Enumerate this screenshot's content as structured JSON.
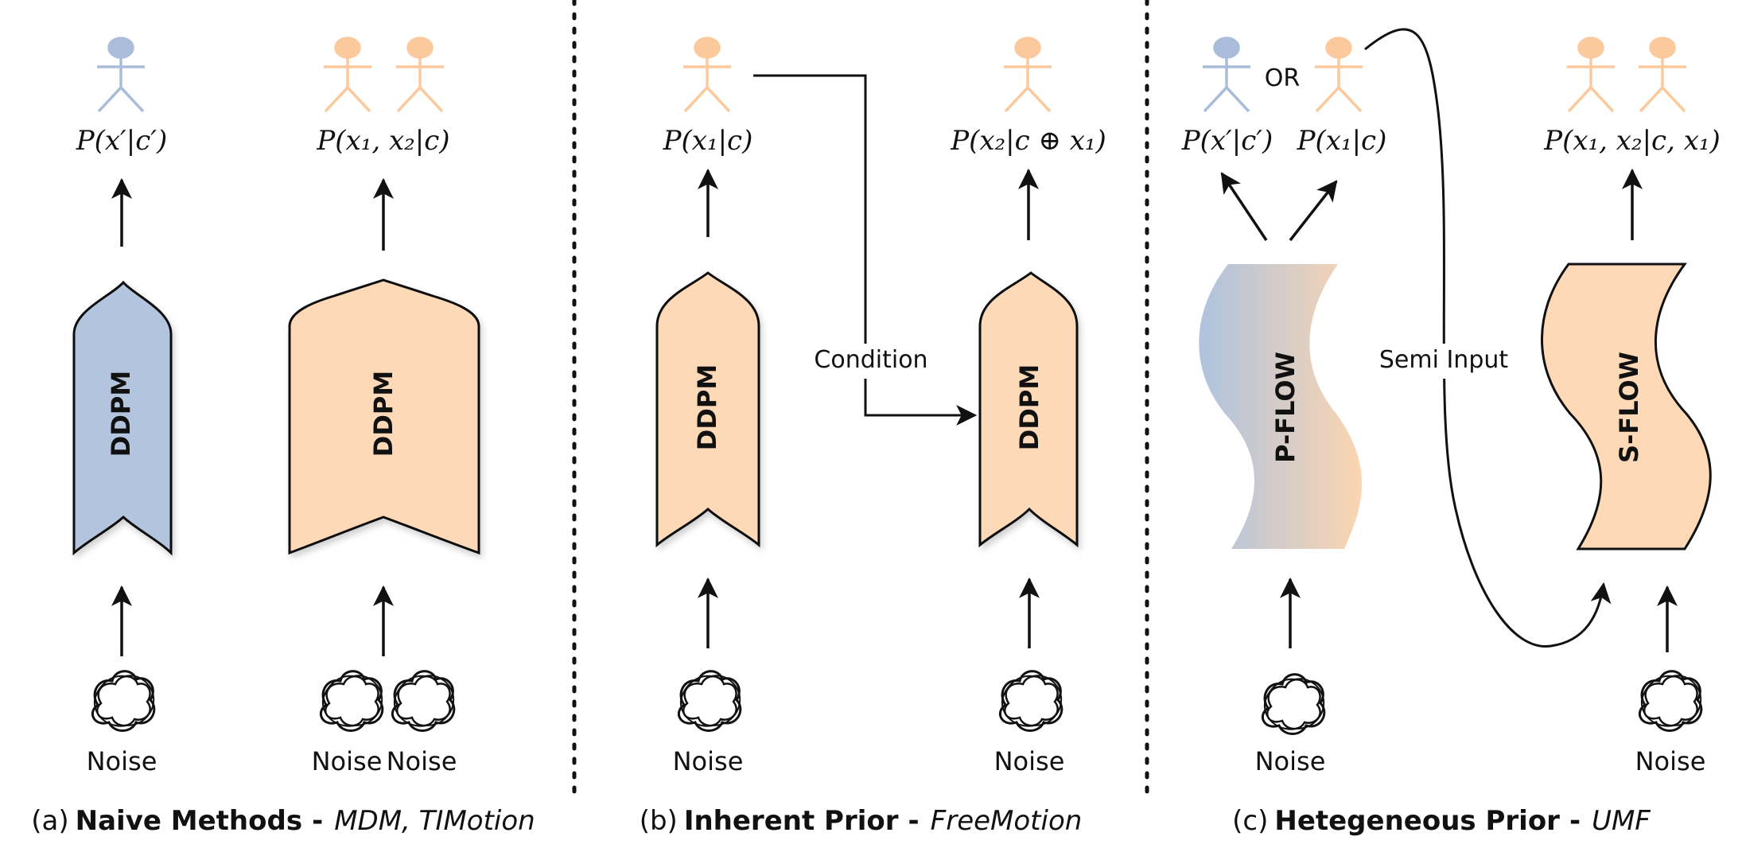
{
  "colors": {
    "blue": "#b3c5de",
    "orange": "#fdd9b8",
    "blue_person": "#a9bddb",
    "orange_person": "#fbc99c",
    "ink": "#111111"
  },
  "panel_a": {
    "left_formula": "P(x′|c′)",
    "left_box": "DDPM",
    "left_noise": "Noise",
    "right_formula": "P(x₁, x₂|c)",
    "right_box": "DDPM",
    "right_noise_1": "Noise",
    "right_noise_2": "Noise",
    "caption_prefix": "(a)",
    "caption_title": "Naive Methods",
    "caption_dash": "-",
    "caption_methods": "MDM, TIMotion"
  },
  "panel_b": {
    "left_formula": "P(x₁|c)",
    "left_box": "DDPM",
    "left_noise": "Noise",
    "condition_label": "Condition",
    "right_formula": "P(x₂|c ⊕ x₁)",
    "right_box": "DDPM",
    "right_noise": "Noise",
    "caption_prefix": "(b)",
    "caption_title": "Inherent Prior",
    "caption_dash": "-",
    "caption_methods": "FreeMotion"
  },
  "panel_c": {
    "or_label": "OR",
    "formula_1": "P(x′|c′)",
    "formula_2": "P(x₁|c)",
    "pflow_label": "P-FLOW",
    "left_noise": "Noise",
    "semi_input_label": "Semi Input",
    "right_formula": "P(x₁, x₂|c, x₁)",
    "sflow_label": "S-FLOW",
    "right_noise": "Noise",
    "caption_prefix": "(c)",
    "caption_title": "Hetegeneous Prior",
    "caption_dash": "-",
    "caption_methods": "UMF"
  }
}
